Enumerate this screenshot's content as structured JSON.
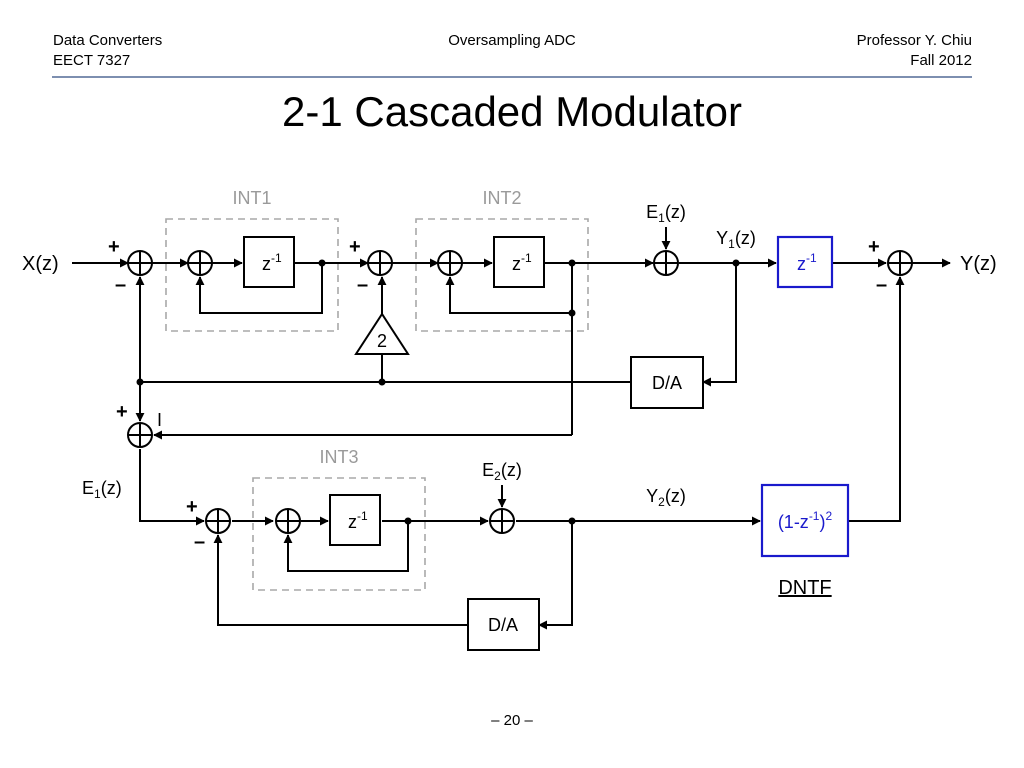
{
  "header": {
    "course": "Data Converters",
    "course_code": "EECT 7327",
    "topic": "Oversampling ADC",
    "instructor": "Professor Y. Chiu",
    "term": "Fall 2012"
  },
  "title": "2-1 Cascaded Modulator",
  "page_number": "– 20 –",
  "diagram": {
    "blocks": {
      "int1": "INT1",
      "int2": "INT2",
      "int3": "INT3",
      "delay": "z",
      "delay_exp": "-1",
      "dac": "D/A",
      "gain": "2",
      "dntf_open": "(1-z",
      "dntf_exp": "-1",
      "dntf_close": ")",
      "dntf_pow": "2",
      "dntf_label": "DNTF"
    },
    "signals": {
      "input": "X(z)",
      "output": "Y(z)",
      "e_letter": "E",
      "y_letter": "Y",
      "idx1": "1",
      "idx2": "2",
      "arg": "(z)"
    },
    "signs": {
      "plus": "+",
      "minus": "–",
      "i_mark": "I"
    },
    "colors": {
      "line": "#000000",
      "dashed": "#a8a8a8",
      "label_gray": "#9a9a9a",
      "blue": "#1a1acc"
    }
  }
}
